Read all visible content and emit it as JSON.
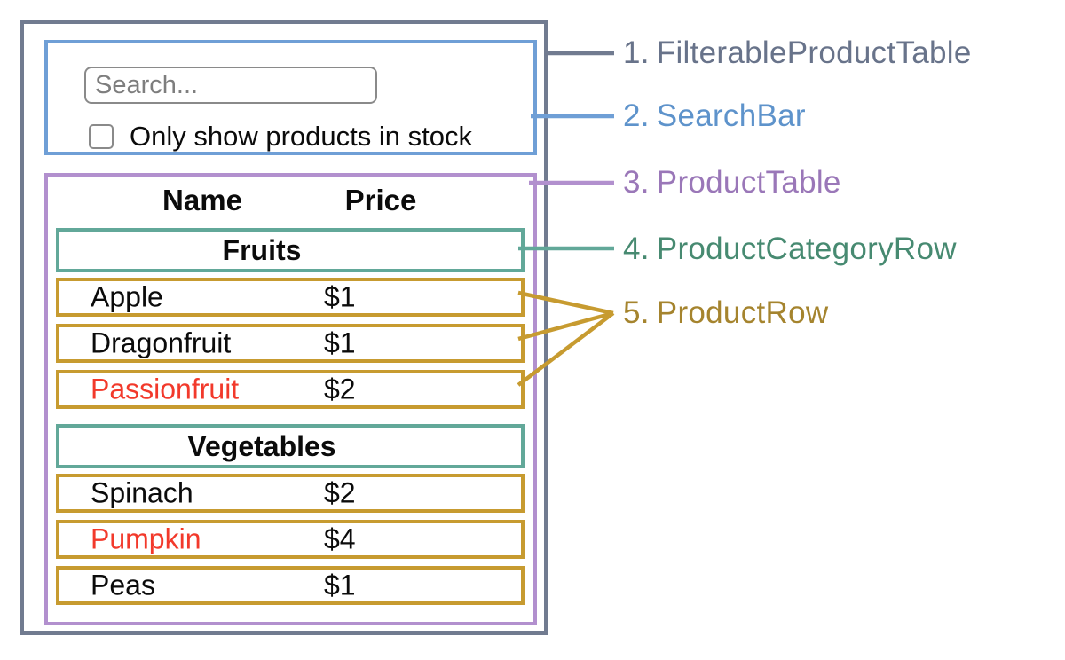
{
  "colors": {
    "outer": "#717b90",
    "outerLabel": "#68738a",
    "blue": "#6f9fd6",
    "blueLabel": "#5e93cb",
    "purple": "#b290ce",
    "purpleLabel": "#9a77b8",
    "teal": "#62a899",
    "tealLabel": "#478a71",
    "gold": "#c79b30",
    "goldLabel": "#a5842e",
    "red": "#f2392b"
  },
  "search_bar": {
    "input_placeholder": "Search...",
    "checkbox_label": "Only show products in stock",
    "checkbox_checked": false
  },
  "table": {
    "columns": [
      "Name",
      "Price"
    ],
    "rows": [
      {
        "type": "category",
        "label": "Fruits"
      },
      {
        "type": "product",
        "name": "Apple",
        "price": "$1",
        "in_stock": true
      },
      {
        "type": "product",
        "name": "Dragonfruit",
        "price": "$1",
        "in_stock": true
      },
      {
        "type": "product",
        "name": "Passionfruit",
        "price": "$2",
        "in_stock": false
      },
      {
        "type": "category",
        "label": "Vegetables"
      },
      {
        "type": "product",
        "name": "Spinach",
        "price": "$2",
        "in_stock": true
      },
      {
        "type": "product",
        "name": "Pumpkin",
        "price": "$4",
        "in_stock": false
      },
      {
        "type": "product",
        "name": "Peas",
        "price": "$1",
        "in_stock": true
      }
    ]
  },
  "legend": [
    {
      "number": "1.",
      "name": "FilterableProductTable"
    },
    {
      "number": "2.",
      "name": "SearchBar"
    },
    {
      "number": "3.",
      "name": "ProductTable"
    },
    {
      "number": "4.",
      "name": "ProductCategoryRow"
    },
    {
      "number": "5.",
      "name": "ProductRow"
    }
  ]
}
